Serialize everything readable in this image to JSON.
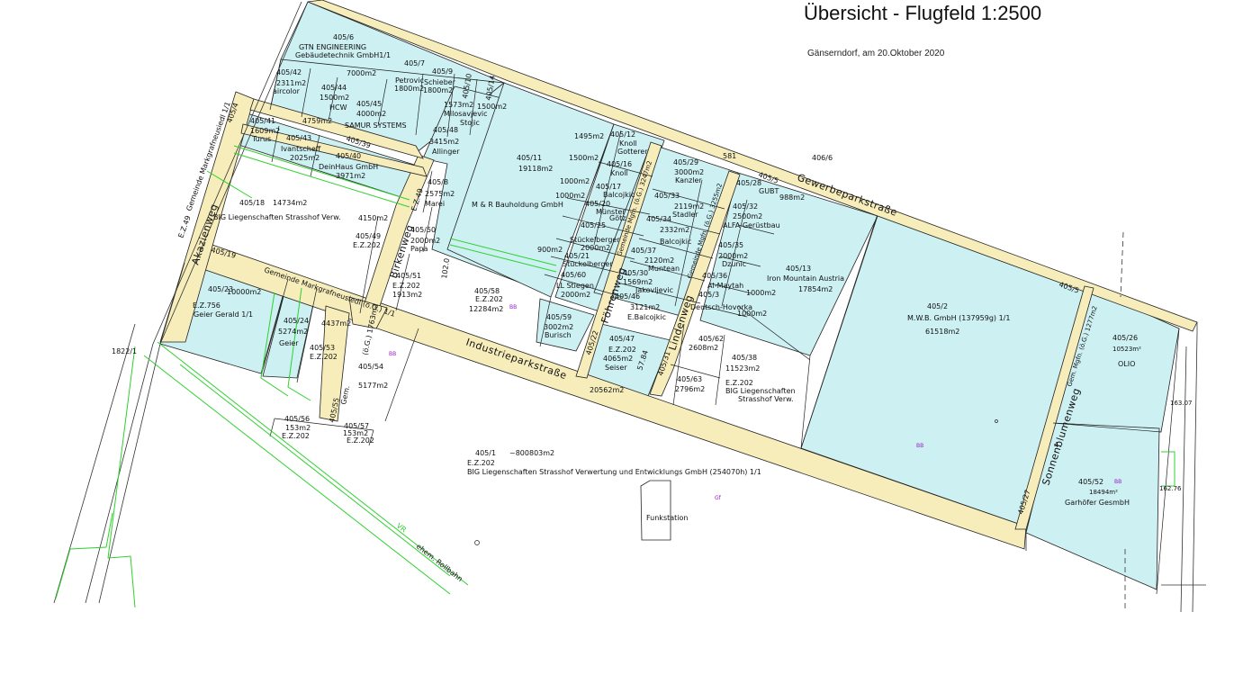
{
  "header": {
    "title": "Übersicht -  Flugfeld 1:2500",
    "subtitle": "Gänserndorf, am 20.Oktober 2020"
  },
  "colors": {
    "parcel_fill": "#cdf0f3",
    "road_fill": "#f6edbb",
    "green_line": "#2fd12f",
    "outline": "#222222",
    "bb_mark": "#9b19c9"
  },
  "roads": {
    "gewerbeparkstrasse": "Gewerbeparkstraße",
    "industrieparkstrasse": "Industrieparkstraße",
    "birkenweg": "Birkenweg",
    "akazienweg": "Akazienweg",
    "foehrenweg": "Föhrenweg",
    "lindenweg": "Lindenweg",
    "sonnenblumenweg": "Sonnenblumenweg",
    "gemeinde_marktgrafneusiedl": "Gemeinde Markgrafneusiedl (ö.G.) 1/1",
    "gemeinde_marktgrafneusiedl_v": "Gemeinde Markgrafneusiedl 1/1",
    "gem_mgfn_foehren": "Gemeinde Mgfn. (ö.G.) 3247m2",
    "gem_mgfn_linden": "Gemeinde Mgfn. (ö.G.) 3255m2",
    "gem_mgfn_sonnen": "Gem. Mgfn. (ö.G.) 1277m2",
    "gem_oeg_1763": "(ö.G.) 1763m2",
    "gem_55": "Gem.",
    "ez49": "E.Z.49",
    "ez49_b": "E.Z.49",
    "rollbahn": "ehem. Rollbahn",
    "vr": "VR"
  },
  "parcels": {
    "p405_6": {
      "num": "405/6",
      "owner1": "GTN ENGINEERING",
      "owner2": "Gebäudetechnik GmbH1/1",
      "area": "7000m2"
    },
    "p405_42": {
      "num": "405/42",
      "area": "2311m2",
      "owner": "aircolor"
    },
    "p405_44": {
      "num": "405/44",
      "area": "1500m2",
      "owner": "HCW"
    },
    "p405_45": {
      "num": "405/45",
      "area": "4000m2",
      "owner": "SAMUR SYSTEMS"
    },
    "p405_7": {
      "num": "405/7",
      "owner": "Petrovic",
      "area": "1800m2"
    },
    "p405_9": {
      "num": "405/9",
      "owner": "Schieber",
      "area": "1800m2"
    },
    "p405_10": {
      "num": "405/10",
      "area": "1573m2",
      "owner1": "Milosavjevic",
      "owner2": "Stojic"
    },
    "p405_14": {
      "num": "405/14",
      "area": "1500m2"
    },
    "p405_41": {
      "num": "405/41",
      "area": "1609m2",
      "owner": "Turus"
    },
    "p405_43": {
      "num": "405/43",
      "owner": "Ivantscheff",
      "area": "2025m2"
    },
    "p405_40": {
      "num": "405/40",
      "owner": "DeinHaus GmbH",
      "area": "3971m2"
    },
    "p405_39": {
      "num": "405/39",
      "area": "4759m2"
    },
    "p405_48": {
      "num": "405/48",
      "area": "3415m2",
      "owner": "Allinger"
    },
    "p405_8": {
      "num": "405/8",
      "area": "2575m2",
      "owner": "Marei"
    },
    "p405_18": {
      "num": "405/18",
      "area": "14734m2",
      "owner": "BIG Liegenschaften Strasshof Verw."
    },
    "p405_49": {
      "num": "405/49",
      "area": "4150m2",
      "ez": "E.Z.202"
    },
    "p405_50": {
      "num": "405/50",
      "area": "2000m2",
      "owner": "Papa"
    },
    "p405_51": {
      "num": "405/51",
      "ez": "E.Z.202",
      "area": "1913m2"
    },
    "p405_11": {
      "num": "405/11",
      "area": "19118m2",
      "owner": "M & R Bauholdung GmbH"
    },
    "p405_58": {
      "num": "405/58",
      "ez": "E.Z.202",
      "area": "12284m2"
    },
    "p405_12": {
      "num": "405/12",
      "area": "1495m2",
      "owner1": "Knoll",
      "owner2": "Gotterer"
    },
    "p405_16": {
      "num": "405/16",
      "area": "1500m2",
      "owner": "Knoll"
    },
    "p405_17": {
      "num": "405/17",
      "area": "1000m2",
      "owner": "Balcojkic"
    },
    "p405_20": {
      "num": "405/20",
      "area": "1000m2",
      "owner1": "Münster",
      "owner2": "Götz"
    },
    "p405_25": {
      "num": "405/25",
      "owner": "Stückelberger",
      "area": "2000m2"
    },
    "p405_21": {
      "num": "405/21",
      "area": "900m2",
      "owner": "Stückelberger"
    },
    "p405_60": {
      "num": "405/60",
      "owner": "LL Stiegen",
      "area": "2000m2"
    },
    "p405_59": {
      "num": "405/59",
      "area": "3002m2",
      "owner": "Burisch"
    },
    "p405_29": {
      "num": "405/29",
      "area": "3000m2",
      "owner": "Kanzler"
    },
    "p405_33": {
      "num": "405/33",
      "area": "2119m2",
      "owner": "Stadler"
    },
    "p405_34": {
      "num": "405/34",
      "area": "2332m2",
      "owner": "Balcojkic"
    },
    "p405_37": {
      "num": "405/37",
      "area": "2120m2",
      "owner": "Muntean"
    },
    "p405_30": {
      "num": "405/30",
      "area": "1569m2",
      "owner": "Jakovljevic"
    },
    "p405_46": {
      "num": "405/46",
      "area": "3121m2",
      "owner": "E.Balcojkic"
    },
    "p405_47": {
      "num": "405/47",
      "ez": "E.Z.202",
      "area": "4065m2",
      "owner": "Seiser"
    },
    "p405_28": {
      "num": "405/28",
      "owner": "GUBT",
      "area": "988m2"
    },
    "p405_32": {
      "num": "405/32",
      "area": "2500m2",
      "owner": "ALFA Gerüstbau"
    },
    "p405_35": {
      "num": "405/35",
      "area": "2000m2",
      "owner": "Dzunic"
    },
    "p405_36": {
      "num": "405/36",
      "owner": "Al-Maytah",
      "area": "1000m2"
    },
    "p405_3": {
      "num": "405/3",
      "owner": "Deutsch-Hovorka",
      "area": "1000m2"
    },
    "p405_62": {
      "num": "405/62",
      "area": "2608m2"
    },
    "p405_63": {
      "num": "405/63",
      "area": "2796m2"
    },
    "p405_38": {
      "num": "405/38",
      "area": "11523m2",
      "ez": "E.Z.202",
      "owner1": "BIG Liegenschaften",
      "owner2": "Strasshof Verw."
    },
    "p405_13": {
      "num": "405/13",
      "owner": "Iron Mountain Austria",
      "area": "17854m2"
    },
    "p405_2": {
      "num": "405/2",
      "owner": "M.W.B. GmbH (137959g) 1/1",
      "area": "61518m2"
    },
    "p405_26": {
      "num": "405/26",
      "area": "10523m²",
      "owner": "OLIO"
    },
    "p405_52": {
      "num": "405/52",
      "area": "18494m²",
      "owner": "Garhöfer GesmbH"
    },
    "p405_23": {
      "num": "405/23",
      "area": "10000m2",
      "ez": "E.Z.756",
      "owner": "Geier Gerald 1/1"
    },
    "p405_24": {
      "num": "405/24",
      "area": "5274m2",
      "owner": "Geier"
    },
    "p405_53": {
      "num": "405/53",
      "area": "4437m2",
      "ez": "E.Z.202"
    },
    "p405_54": {
      "num": "405/54",
      "area": "5177m2"
    },
    "p405_55": {
      "num": "405/55"
    },
    "p405_56": {
      "num": "405/56",
      "area": "153m2",
      "ez": "E.Z.202"
    },
    "p405_57": {
      "num": "405/57",
      "area": "153m2",
      "ez": "E.Z.202"
    },
    "p405_19": {
      "num": "405/19"
    },
    "p405_22": {
      "num": "405/22"
    },
    "p405_31": {
      "num": "405/31"
    },
    "p405_27": {
      "num": "405/27"
    },
    "p405_5": {
      "num": "405/5"
    },
    "p405_4": {
      "num": "405/4"
    },
    "p405_1": {
      "num": "405/1",
      "area": "~800803m2",
      "ez": "E.Z.202",
      "owner": "BIG Liegenschaften Strasshof Verwertung und Entwicklungs GmbH (254070h) 1/1"
    },
    "p406_6": {
      "num": "406/6"
    },
    "p1822_1": {
      "num": "1822/1"
    }
  },
  "misc": {
    "dim_102": "102.0",
    "dim_5784": "57.84",
    "area_20562": "20562m2",
    "road_581": "581",
    "funkstation": "Funkstation",
    "bb": "BB",
    "gf": "Gf",
    "elev1": "163.07",
    "elev2": "162.76",
    "mark4": "4"
  }
}
